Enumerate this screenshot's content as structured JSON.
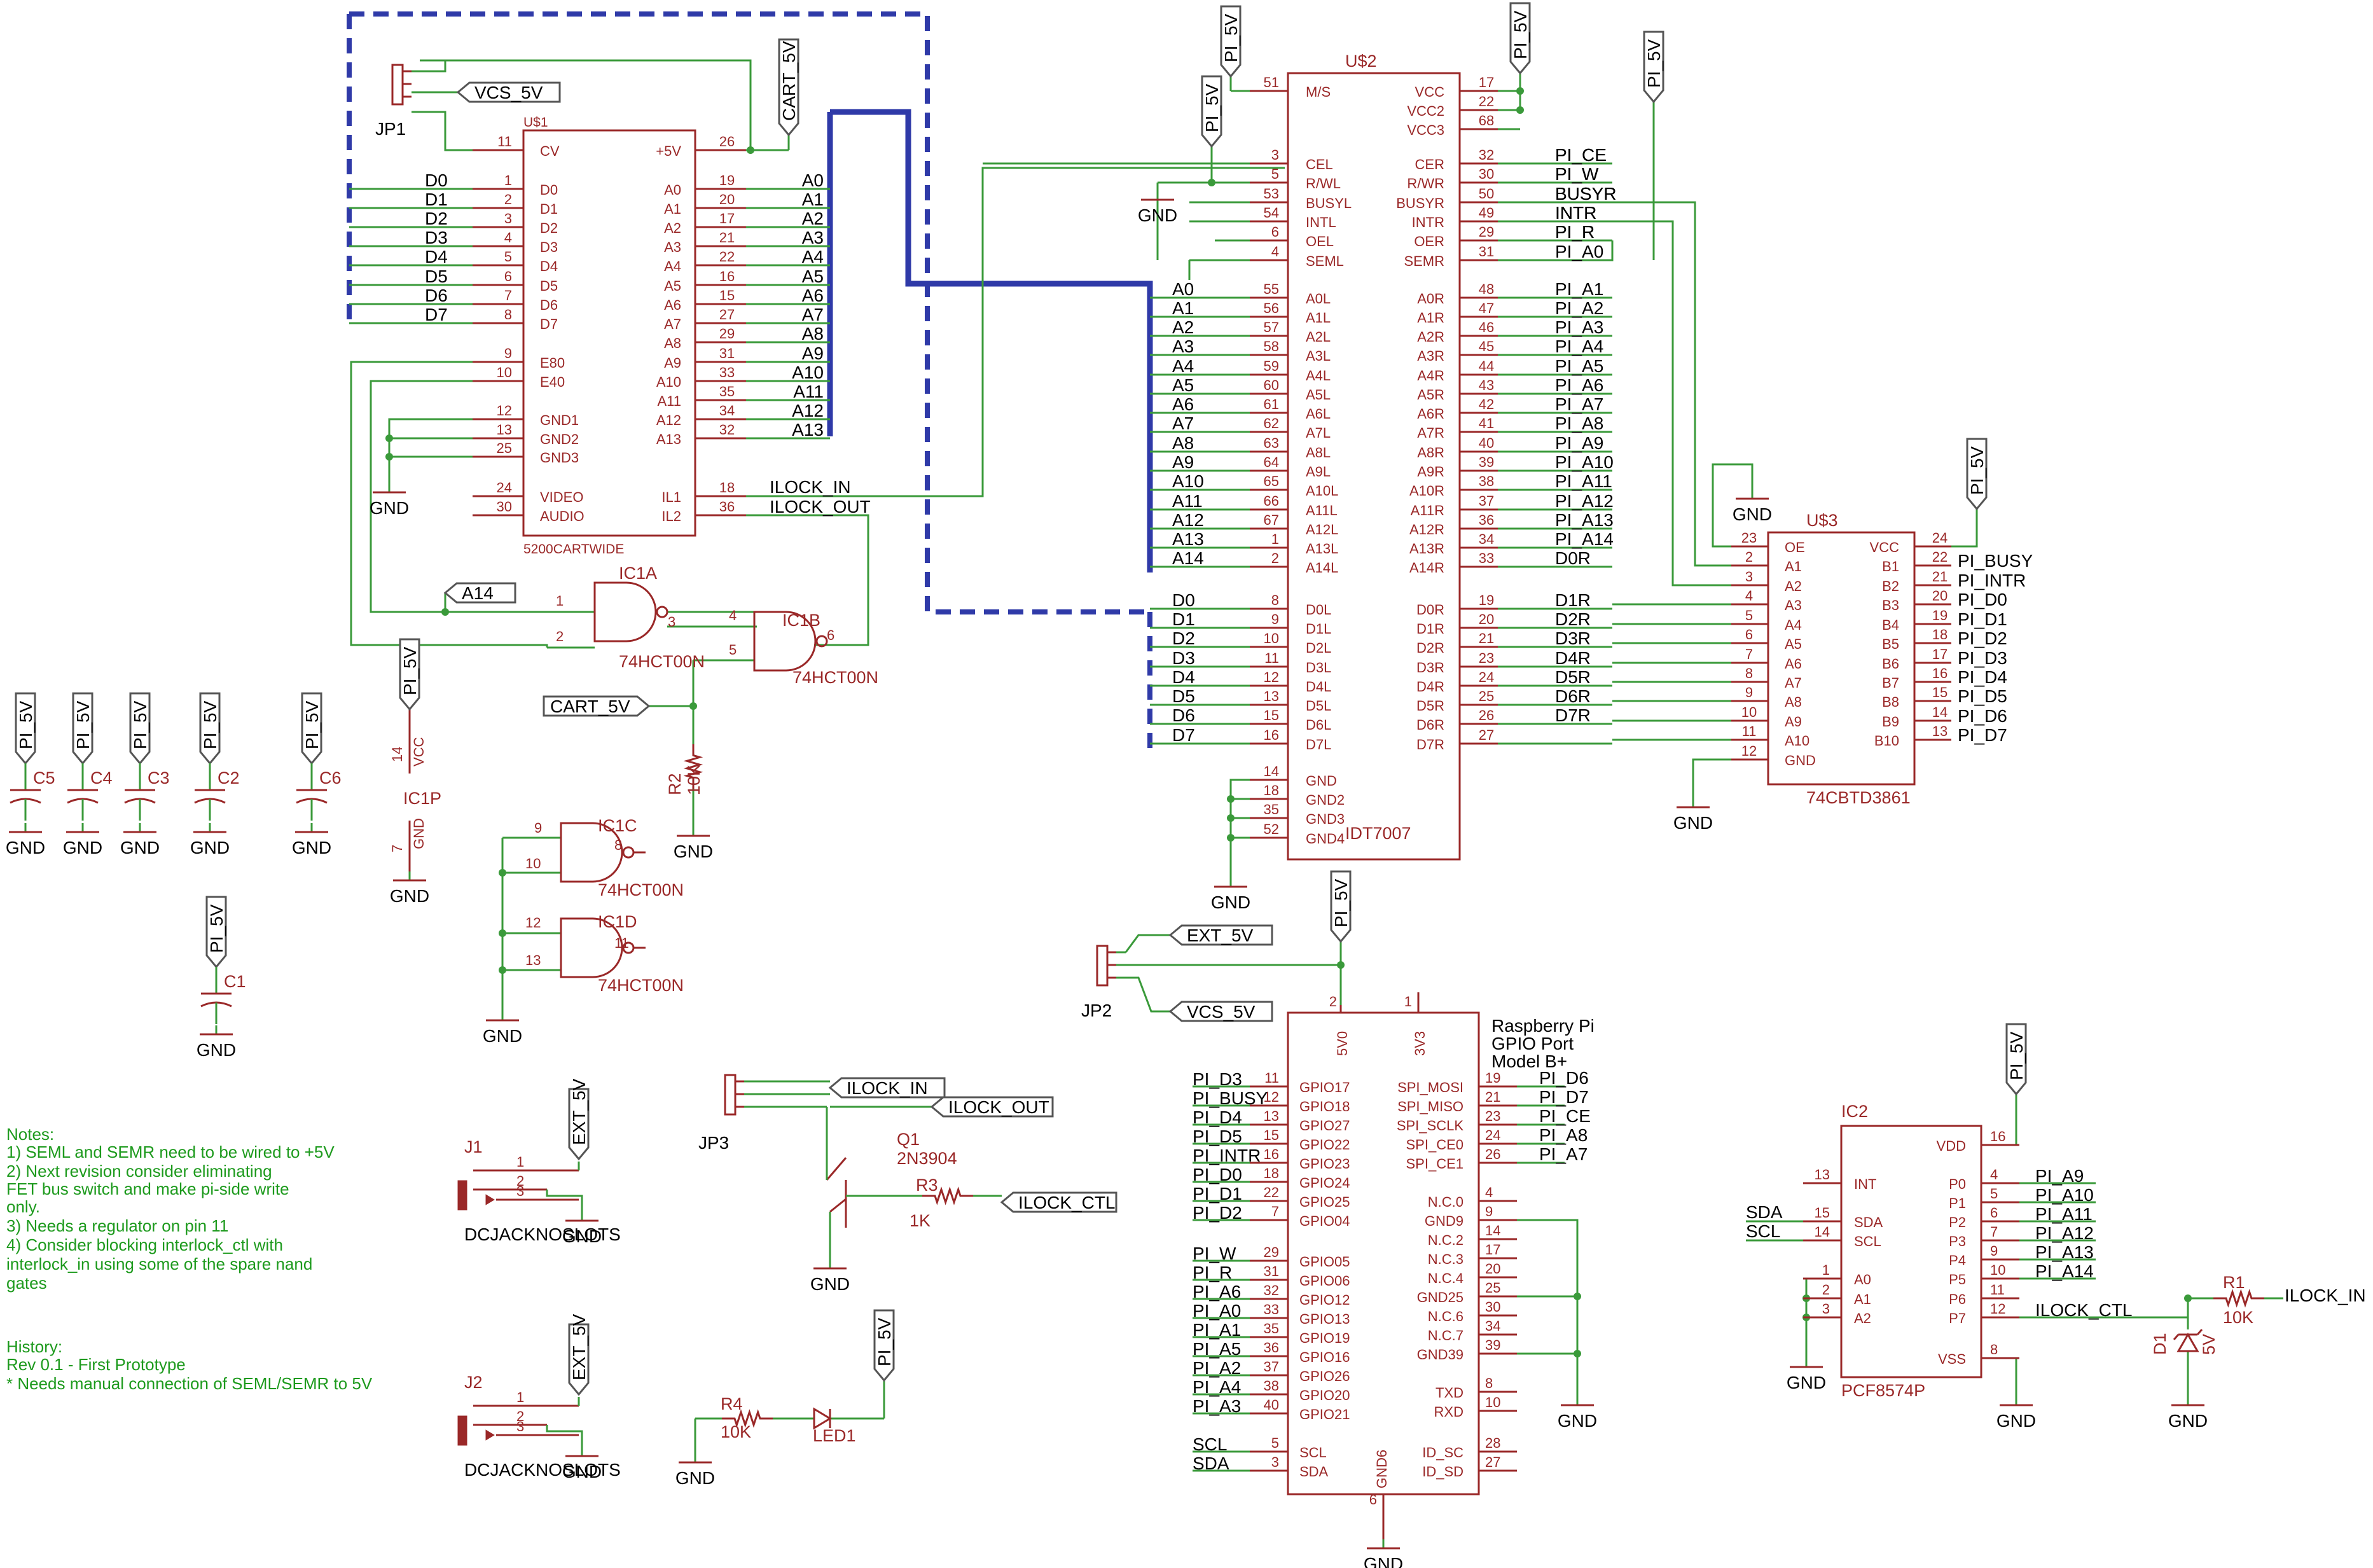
{
  "chips": {
    "u1": {
      "ref": "U$1",
      "value": "5200CARTWIDE"
    },
    "u2": {
      "ref": "U$2",
      "value": "IDT7007"
    },
    "u3": {
      "ref": "U$3",
      "value": "74CBTD3861"
    },
    "ic2": {
      "ref": "IC2",
      "value": "PCF8574P"
    },
    "rpi": {
      "title1": "Raspberry Pi",
      "title2": "GPIO Port",
      "title3": "Model B+"
    },
    "ic1a": {
      "ref": "IC1A",
      "value": "74HCT00N"
    },
    "ic1b": {
      "ref": "IC1B",
      "value": "74HCT00N"
    },
    "ic1c": {
      "ref": "IC1C",
      "value": "74HCT00N"
    },
    "ic1d": {
      "ref": "IC1D",
      "value": "74HCT00N"
    },
    "ic1p": {
      "ref": "IC1P",
      "vcc": "VCC",
      "gnd": "GND",
      "p14": "14",
      "p7": "7"
    }
  },
  "parts": {
    "jp1": "JP1",
    "jp2": "JP2",
    "jp3": "JP3",
    "j1": "J1",
    "j2": "J2",
    "dcjack": "DCJACKNOSLOTS",
    "q1": "Q1",
    "q1v": "2N3904",
    "r1": "R1",
    "r2": "R2",
    "r3": "R3",
    "r4": "R4",
    "r10k": "10K",
    "r1k": "1K",
    "led1": "LED1",
    "d1": "D1",
    "d1v": "5V",
    "c1": "C1",
    "c2": "C2",
    "c3": "C3",
    "c4": "C4",
    "c5": "C5",
    "c6": "C6"
  },
  "nets": {
    "gnd": "GND",
    "pi5v": "PI_5V",
    "vcs5v": "VCS_5V",
    "cart5v": "CART_5V",
    "ext5v": "EXT_5V",
    "a14": "A14",
    "ilock_in": "ILOCK_IN",
    "ilock_out": "ILOCK_OUT",
    "ilock_ctl": "ILOCK_CTL",
    "sda": "SDA",
    "scl": "SCL"
  },
  "notes": {
    "l1": "Notes:",
    "l2": "1) SEML and SEMR need to be wired to +5V",
    "l3": "2) Next revision consider eliminating",
    "l4": "FET bus switch and make pi-side write",
    "l5": "only.",
    "l6": "3) Needs a regulator on pin 11",
    "l7": "4) Consider blocking interlock_ctl with",
    "l8": "interlock_in using some of the spare nand",
    "l9": "gates",
    "l10": "History:",
    "l11": "Rev 0.1 - First Prototype",
    "l12": "  * Needs manual connection of SEML/SEMR to 5V"
  },
  "u1_left": [
    {
      "n": "CV",
      "p": "11"
    },
    {
      "n": "D0",
      "p": "1"
    },
    {
      "n": "D1",
      "p": "2"
    },
    {
      "n": "D2",
      "p": "3"
    },
    {
      "n": "D3",
      "p": "4"
    },
    {
      "n": "D4",
      "p": "5"
    },
    {
      "n": "D5",
      "p": "6"
    },
    {
      "n": "D6",
      "p": "7"
    },
    {
      "n": "D7",
      "p": "8"
    },
    {
      "n": "E80",
      "p": "9"
    },
    {
      "n": "E40",
      "p": "10"
    },
    {
      "n": "GND1",
      "p": "12"
    },
    {
      "n": "GND2",
      "p": "13"
    },
    {
      "n": "GND3",
      "p": "25"
    },
    {
      "n": "VIDEO",
      "p": "24"
    },
    {
      "n": "AUDIO",
      "p": "30"
    }
  ],
  "u1_right": [
    {
      "n": "+5V",
      "p": "26"
    },
    {
      "n": "A0",
      "p": "19"
    },
    {
      "n": "A1",
      "p": "20"
    },
    {
      "n": "A2",
      "p": "17"
    },
    {
      "n": "A3",
      "p": "21"
    },
    {
      "n": "A4",
      "p": "22"
    },
    {
      "n": "A5",
      "p": "16"
    },
    {
      "n": "A6",
      "p": "15"
    },
    {
      "n": "A7",
      "p": "27"
    },
    {
      "n": "A8",
      "p": "29"
    },
    {
      "n": "A9",
      "p": "31"
    },
    {
      "n": "A10",
      "p": "33"
    },
    {
      "n": "A11",
      "p": "35"
    },
    {
      "n": "A12",
      "p": "34"
    },
    {
      "n": "A13",
      "p": "32"
    },
    {
      "n": "IL1",
      "p": "18"
    },
    {
      "n": "IL2",
      "p": "36"
    }
  ],
  "u2_left": [
    {
      "n": "M/S",
      "p": "51"
    },
    {
      "n": "CEL",
      "p": "3"
    },
    {
      "n": "R/WL",
      "p": "5"
    },
    {
      "n": "BUSYL",
      "p": "53"
    },
    {
      "n": "INTL",
      "p": "54"
    },
    {
      "n": "OEL",
      "p": "6"
    },
    {
      "n": "SEML",
      "p": "4"
    },
    {
      "n": "A0L",
      "p": "55"
    },
    {
      "n": "A1L",
      "p": "56"
    },
    {
      "n": "A2L",
      "p": "57"
    },
    {
      "n": "A3L",
      "p": "58"
    },
    {
      "n": "A4L",
      "p": "59"
    },
    {
      "n": "A5L",
      "p": "60"
    },
    {
      "n": "A6L",
      "p": "61"
    },
    {
      "n": "A7L",
      "p": "62"
    },
    {
      "n": "A8L",
      "p": "63"
    },
    {
      "n": "A9L",
      "p": "64"
    },
    {
      "n": "A10L",
      "p": "65"
    },
    {
      "n": "A11L",
      "p": "66"
    },
    {
      "n": "A12L",
      "p": "67"
    },
    {
      "n": "A13L",
      "p": "1"
    },
    {
      "n": "A14L",
      "p": "2"
    },
    {
      "n": "D0L",
      "p": "8"
    },
    {
      "n": "D1L",
      "p": "9"
    },
    {
      "n": "D2L",
      "p": "10"
    },
    {
      "n": "D3L",
      "p": "11"
    },
    {
      "n": "D4L",
      "p": "12"
    },
    {
      "n": "D5L",
      "p": "13"
    },
    {
      "n": "D6L",
      "p": "15"
    },
    {
      "n": "D7L",
      "p": "16"
    },
    {
      "n": "GND",
      "p": "14"
    },
    {
      "n": "GND2",
      "p": "18"
    },
    {
      "n": "GND3",
      "p": "35"
    },
    {
      "n": "GND4",
      "p": "52"
    }
  ],
  "u2_right": [
    {
      "n": "VCC",
      "p": "17"
    },
    {
      "n": "VCC2",
      "p": "22"
    },
    {
      "n": "VCC3",
      "p": "68"
    },
    {
      "n": "CER",
      "p": "32"
    },
    {
      "n": "R/WR",
      "p": "30"
    },
    {
      "n": "BUSYR",
      "p": "50"
    },
    {
      "n": "INTR",
      "p": "49"
    },
    {
      "n": "OER",
      "p": "29"
    },
    {
      "n": "SEMR",
      "p": "31"
    },
    {
      "n": "A0R",
      "p": "48"
    },
    {
      "n": "A1R",
      "p": "47"
    },
    {
      "n": "A2R",
      "p": "46"
    },
    {
      "n": "A3R",
      "p": "45"
    },
    {
      "n": "A4R",
      "p": "44"
    },
    {
      "n": "A5R",
      "p": "43"
    },
    {
      "n": "A6R",
      "p": "42"
    },
    {
      "n": "A7R",
      "p": "41"
    },
    {
      "n": "A8R",
      "p": "40"
    },
    {
      "n": "A9R",
      "p": "39"
    },
    {
      "n": "A10R",
      "p": "38"
    },
    {
      "n": "A11R",
      "p": "37"
    },
    {
      "n": "A12R",
      "p": "36"
    },
    {
      "n": "A13R",
      "p": "34"
    },
    {
      "n": "A14R",
      "p": "33"
    },
    {
      "n": "D0R",
      "p": "19"
    },
    {
      "n": "D1R",
      "p": "20"
    },
    {
      "n": "D2R",
      "p": "21"
    },
    {
      "n": "D3R",
      "p": "23"
    },
    {
      "n": "D4R",
      "p": "24"
    },
    {
      "n": "D5R",
      "p": "25"
    },
    {
      "n": "D6R",
      "p": "26"
    },
    {
      "n": "D7R",
      "p": "27"
    }
  ],
  "u2_right_nets": [
    "PI_CE",
    "PI_W",
    "BUSYR",
    "INTR",
    "PI_R",
    "PI_A0",
    "PI_A1",
    "PI_A2",
    "PI_A3",
    "PI_A4",
    "PI_A5",
    "PI_A6",
    "PI_A7",
    "PI_A8",
    "PI_A9",
    "PI_A10",
    "PI_A11",
    "PI_A12",
    "PI_A13",
    "PI_A14",
    "D0R",
    "D1R",
    "D2R",
    "D3R",
    "D4R",
    "D5R",
    "D6R",
    "D7R"
  ],
  "u3_left": [
    {
      "n": "OE",
      "p": "23"
    },
    {
      "n": "A1",
      "p": "2"
    },
    {
      "n": "A2",
      "p": "3"
    },
    {
      "n": "A3",
      "p": "4"
    },
    {
      "n": "A4",
      "p": "5"
    },
    {
      "n": "A5",
      "p": "6"
    },
    {
      "n": "A6",
      "p": "7"
    },
    {
      "n": "A7",
      "p": "8"
    },
    {
      "n": "A8",
      "p": "9"
    },
    {
      "n": "A9",
      "p": "10"
    },
    {
      "n": "A10",
      "p": "11"
    },
    {
      "n": "GND",
      "p": "12"
    }
  ],
  "u3_right": [
    {
      "n": "VCC",
      "p": "24",
      "net": ""
    },
    {
      "n": "B1",
      "p": "22",
      "net": "PI_BUSY"
    },
    {
      "n": "B2",
      "p": "21",
      "net": "PI_INTR"
    },
    {
      "n": "B3",
      "p": "20",
      "net": "PI_D0"
    },
    {
      "n": "B4",
      "p": "19",
      "net": "PI_D1"
    },
    {
      "n": "B5",
      "p": "18",
      "net": "PI_D2"
    },
    {
      "n": "B6",
      "p": "17",
      "net": "PI_D3"
    },
    {
      "n": "B7",
      "p": "16",
      "net": "PI_D4"
    },
    {
      "n": "B8",
      "p": "15",
      "net": "PI_D5"
    },
    {
      "n": "B9",
      "p": "14",
      "net": "PI_D6"
    },
    {
      "n": "B10",
      "p": "13",
      "net": "PI_D7"
    }
  ],
  "rpi_left": [
    {
      "n": "GPIO17",
      "p": "11",
      "net": "PI_D3"
    },
    {
      "n": "GPIO18",
      "p": "12",
      "net": "PI_BUSY"
    },
    {
      "n": "GPIO27",
      "p": "13",
      "net": "PI_D4"
    },
    {
      "n": "GPIO22",
      "p": "15",
      "net": "PI_D5"
    },
    {
      "n": "GPIO23",
      "p": "16",
      "net": "PI_INTR"
    },
    {
      "n": "GPIO24",
      "p": "18",
      "net": "PI_D0"
    },
    {
      "n": "GPIO25",
      "p": "22",
      "net": "PI_D1"
    },
    {
      "n": "GPIO04",
      "p": "7",
      "net": "PI_D2"
    },
    {
      "n": "GPIO05",
      "p": "29",
      "net": "PI_W"
    },
    {
      "n": "GPIO06",
      "p": "31",
      "net": "PI_R"
    },
    {
      "n": "GPIO12",
      "p": "32",
      "net": "PI_A6"
    },
    {
      "n": "GPIO13",
      "p": "33",
      "net": "PI_A0"
    },
    {
      "n": "GPIO19",
      "p": "35",
      "net": "PI_A1"
    },
    {
      "n": "GPIO16",
      "p": "36",
      "net": "PI_A5"
    },
    {
      "n": "GPIO26",
      "p": "37",
      "net": "PI_A2"
    },
    {
      "n": "GPIO20",
      "p": "38",
      "net": "PI_A4"
    },
    {
      "n": "GPIO21",
      "p": "40",
      "net": "PI_A3"
    },
    {
      "n": "SCL",
      "p": "5",
      "net": "SCL"
    },
    {
      "n": "SDA",
      "p": "3",
      "net": "SDA"
    }
  ],
  "rpi_right": [
    {
      "n": "SPI_MOSI",
      "p": "19",
      "net": "PI_D6"
    },
    {
      "n": "SPI_MISO",
      "p": "21",
      "net": "PI_D7"
    },
    {
      "n": "SPI_SCLK",
      "p": "23",
      "net": "PI_CE"
    },
    {
      "n": "SPI_CE0",
      "p": "24",
      "net": "PI_A8"
    },
    {
      "n": "SPI_CE1",
      "p": "26",
      "net": "PI_A7"
    },
    {
      "n": "N.C.0",
      "p": "4",
      "net": ""
    },
    {
      "n": "GND9",
      "p": "9",
      "net": ""
    },
    {
      "n": "N.C.2",
      "p": "14",
      "net": ""
    },
    {
      "n": "N.C.3",
      "p": "17",
      "net": ""
    },
    {
      "n": "N.C.4",
      "p": "20",
      "net": ""
    },
    {
      "n": "GND25",
      "p": "25",
      "net": ""
    },
    {
      "n": "N.C.6",
      "p": "30",
      "net": ""
    },
    {
      "n": "N.C.7",
      "p": "34",
      "net": ""
    },
    {
      "n": "GND39",
      "p": "39",
      "net": ""
    },
    {
      "n": "TXD",
      "p": "8",
      "net": ""
    },
    {
      "n": "RXD",
      "p": "10",
      "net": ""
    },
    {
      "n": "ID_SC",
      "p": "28",
      "net": ""
    },
    {
      "n": "ID_SD",
      "p": "27",
      "net": ""
    }
  ],
  "rpi_top": {
    "v5": "5V0",
    "v3": "3V3",
    "p2": "2",
    "p1": "1",
    "gnd": "GND6",
    "p6": "6"
  },
  "ic2_left": [
    {
      "n": "INT",
      "p": "13"
    },
    {
      "n": "SDA",
      "p": "15"
    },
    {
      "n": "SCL",
      "p": "14"
    },
    {
      "n": "A0",
      "p": "1"
    },
    {
      "n": "A1",
      "p": "2"
    },
    {
      "n": "A2",
      "p": "3"
    }
  ],
  "ic2_right": [
    {
      "n": "VDD",
      "p": "16",
      "net": ""
    },
    {
      "n": "P0",
      "p": "4",
      "net": "PI_A9"
    },
    {
      "n": "P1",
      "p": "5",
      "net": "PI_A10"
    },
    {
      "n": "P2",
      "p": "6",
      "net": "PI_A11"
    },
    {
      "n": "P3",
      "p": "7",
      "net": "PI_A12"
    },
    {
      "n": "P4",
      "p": "9",
      "net": "PI_A13"
    },
    {
      "n": "P5",
      "p": "10",
      "net": "PI_A14"
    },
    {
      "n": "P6",
      "p": "11",
      "net": ""
    },
    {
      "n": "P7",
      "p": "12",
      "net": "ILOCK_CTL"
    },
    {
      "n": "VSS",
      "p": "8",
      "net": ""
    }
  ],
  "gate_pins": {
    "a1": "1",
    "a2": "2",
    "a3": "3",
    "b4": "4",
    "b5": "5",
    "b6": "6",
    "c9": "9",
    "c10": "10",
    "c8": "8",
    "d12": "12",
    "d13": "13",
    "d11": "11"
  },
  "connector_pins": {
    "p1": "1",
    "p2": "2",
    "p3": "3"
  }
}
